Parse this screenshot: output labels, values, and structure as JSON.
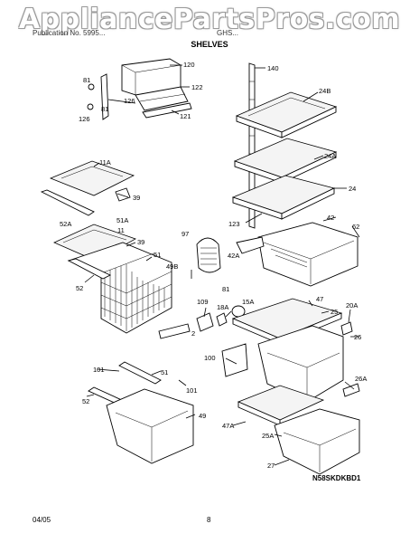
{
  "watermark": "AppliancePartsPros.com",
  "header": {
    "left_text": "Publication No. 5995...",
    "right_text": "GHS...",
    "title": "SHELVES"
  },
  "callouts": {
    "c140": "140",
    "c120": "120",
    "c81a": "81",
    "c122": "122",
    "c126a": "126",
    "c81b": "81",
    "c121": "121",
    "c126b": "126",
    "c24B": "24B",
    "c24A": "24A",
    "c24": "24",
    "c123": "123",
    "c42": "42",
    "c62": "62",
    "c42A": "42A",
    "c11A": "11A",
    "c39a": "39",
    "c52A": "52A",
    "c51A": "51A",
    "c11": "11",
    "c39b": "39",
    "c51a": "51",
    "c49B": "49B",
    "c52a": "52",
    "c97": "97",
    "c81c": "81",
    "c109": "109",
    "c18A": "18A",
    "c15A": "15A",
    "c47": "47",
    "c25": "25",
    "c20A": "20A",
    "c26a": "26",
    "c2": "2",
    "c100": "100",
    "c101a": "101",
    "c51b": "51",
    "c101b": "101",
    "c52b": "52",
    "c49": "49",
    "c26A": "26A",
    "c47A": "47A",
    "c25A": "25A",
    "c27": "27"
  },
  "diagram_code": "N58SKDKBD1",
  "footer": {
    "date": "04/05",
    "page": "8"
  }
}
